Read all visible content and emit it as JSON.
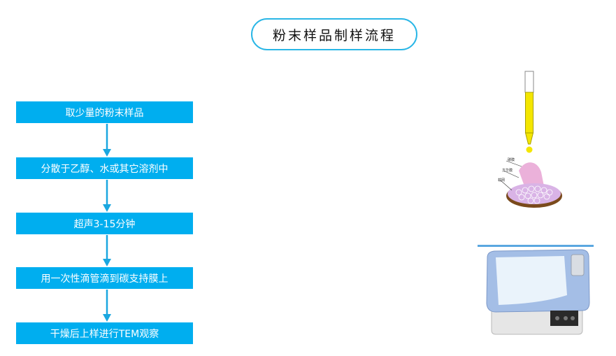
{
  "title": "粉末样品制样流程",
  "steps": [
    "取少量的粉末样品",
    "分散于乙醇、水或其它溶剂中",
    "超声3-15分钟",
    "用一次性滴管滴到碳支持膜上",
    "干燥后上样进行TEM观察"
  ],
  "grid_labels": [
    "碳膜",
    "方华膜",
    "载网"
  ],
  "colors": {
    "step_fill": "#00aeef",
    "title_border": "#29b6e6",
    "arrow": "#1aa7e0"
  }
}
